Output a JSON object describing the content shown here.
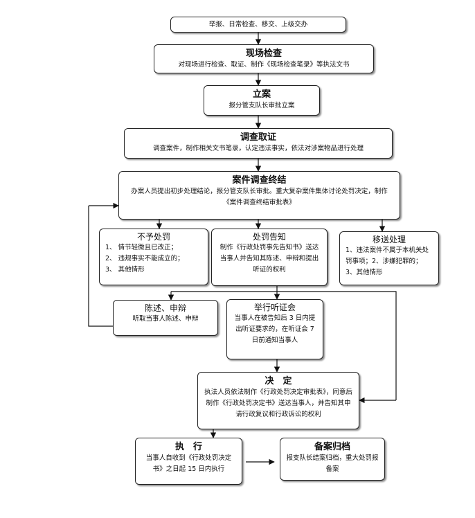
{
  "start": {
    "text": "举报、日常检查、移交、上级交办"
  },
  "onsite": {
    "title": "现场检查",
    "body": "对现场进行检查、取证、制作《现场检查笔录》等执法文书"
  },
  "filing": {
    "title": "立案",
    "body": "报分管支队长审批立案"
  },
  "investigation": {
    "title": "调查取证",
    "body": "调查案件，制作相关文书笔录，认定违法事实，依法对涉案物品进行处理"
  },
  "conclusion": {
    "title": "案件调查终结",
    "body": "办案人员提出初步处理结论，报分管支队长审批。重大复杂案件集体讨论处罚决定，制作《案件调查终结审批表》"
  },
  "no_penalty": {
    "title": "不予处罚",
    "items": [
      "1、 情节轻微且已改正；",
      "2、 违规事实不能成立的；",
      "3、 其他情形"
    ]
  },
  "notice": {
    "title": "处罚告知",
    "body": "制作《行政处罚事先告知书》送达当事人并告知其陈述、申辩和提出听证的权利"
  },
  "transfer": {
    "title": "移送处理",
    "body": "1、违法案件不属于本机关处罚事项；2、涉嫌犯罪的；3、其他情形"
  },
  "statement": {
    "title": "陈述、申辩",
    "body": "听取当事人陈述、申辩"
  },
  "hearing": {
    "title": "举行听证会",
    "body": "当事人在被告知后 3 日内提出听证要求的，在听证会 7 日前通知当事人"
  },
  "decision": {
    "title": "决　定",
    "body": "执法人员依法制作《行政处罚决定审批表》，同意后制作《行政处罚决定书》送达当事人，并告知其申请行政复议和行政诉讼的权利"
  },
  "execution": {
    "title": "执　行",
    "body": "当事人自收到《行政处罚决定书》之日起 15 日内执行"
  },
  "archive": {
    "title": "备案归档",
    "body": "报支队长结案归档，重大处罚报备案"
  }
}
